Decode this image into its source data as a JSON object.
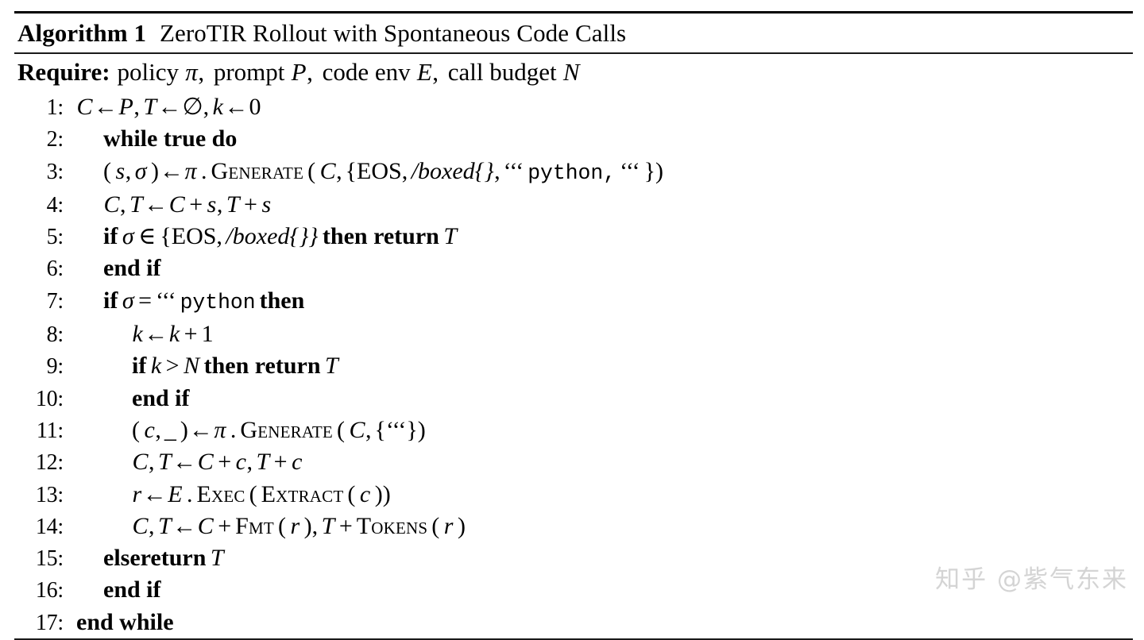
{
  "algorithm": {
    "label": "Algorithm 1",
    "name": "ZeroTIR Rollout with Spontaneous Code Calls",
    "require": {
      "keyword": "Require:",
      "text": "policy π, prompt P, code env E, call budget N"
    },
    "lines": [
      {
        "number": "1:",
        "indent": 0,
        "text": "C ← P,  T ← ∅,  k ← 0",
        "parts": [
          {
            "t": "C",
            "s": "mi"
          },
          {
            "t": "←",
            "s": "opt"
          },
          {
            "t": "P",
            "s": "mi"
          },
          {
            "t": ",",
            "s": "pun"
          },
          {
            "t": "T",
            "s": "mi"
          },
          {
            "t": "←",
            "s": "opt"
          },
          {
            "t": "∅",
            "s": "mup"
          },
          {
            "t": ",",
            "s": "pun"
          },
          {
            "t": "k",
            "s": "mi"
          },
          {
            "t": "←",
            "s": "opt"
          },
          {
            "t": "0",
            "s": "mup"
          }
        ]
      },
      {
        "number": "2:",
        "indent": 1,
        "text": "while true do",
        "parts": [
          {
            "t": "while true do",
            "s": "kw"
          }
        ]
      },
      {
        "number": "3:",
        "indent": 1,
        "text": "(s, σ) ← π.Generate(C, {EOS, /boxed{}, '''python, '''})",
        "parts": [
          {
            "t": "(",
            "s": "mup"
          },
          {
            "t": "s",
            "s": "mi"
          },
          {
            "t": ",",
            "s": "pun"
          },
          {
            "t": "σ",
            "s": "mi"
          },
          {
            "t": ")",
            "s": "mup"
          },
          {
            "t": "←",
            "s": "opt"
          },
          {
            "t": "π",
            "s": "mi"
          },
          {
            "t": ".",
            "s": "mup"
          },
          {
            "t": "Generate",
            "s": "sc"
          },
          {
            "t": "(",
            "s": "mup"
          },
          {
            "t": "C",
            "s": "mi"
          },
          {
            "t": ",",
            "s": "pun"
          },
          {
            "t": "{EOS",
            "s": "mup"
          },
          {
            "t": ",",
            "s": "pun"
          },
          {
            "t": "/boxed{}",
            "s": "mi"
          },
          {
            "t": ",",
            "s": "pun"
          },
          {
            "t": "‘‘‘",
            "s": "mup"
          },
          {
            "t": "python,",
            "s": "tt"
          },
          {
            "t": "‘‘‘",
            "s": "mup"
          },
          {
            "t": "})",
            "s": "mup"
          }
        ]
      },
      {
        "number": "4:",
        "indent": 1,
        "text": "C, T ← C + s,  T + s",
        "parts": [
          {
            "t": "C",
            "s": "mi"
          },
          {
            "t": ",",
            "s": "pun"
          },
          {
            "t": "T",
            "s": "mi"
          },
          {
            "t": "←",
            "s": "opt"
          },
          {
            "t": "C",
            "s": "mi"
          },
          {
            "t": "+",
            "s": "op"
          },
          {
            "t": "s",
            "s": "mi"
          },
          {
            "t": ",",
            "s": "pun"
          },
          {
            "t": "T",
            "s": "mi"
          },
          {
            "t": "+",
            "s": "op"
          },
          {
            "t": "s",
            "s": "mi"
          }
        ]
      },
      {
        "number": "5:",
        "indent": 1,
        "text": "if σ ∈ {EOS, /boxed{}} then return T",
        "parts": [
          {
            "t": "if",
            "s": "kw"
          },
          {
            "t": "σ",
            "s": "mi"
          },
          {
            "t": "∈",
            "s": "op"
          },
          {
            "t": "{EOS",
            "s": "mup"
          },
          {
            "t": ",",
            "s": "pun"
          },
          {
            "t": "/boxed{}}",
            "s": "mi"
          },
          {
            "t": "then return",
            "s": "kw"
          },
          {
            "t": "T",
            "s": "mi"
          }
        ]
      },
      {
        "number": "6:",
        "indent": 1,
        "text": "end if",
        "parts": [
          {
            "t": "end if",
            "s": "kw"
          }
        ]
      },
      {
        "number": "7:",
        "indent": 1,
        "text": "if σ = '''python then",
        "parts": [
          {
            "t": "if",
            "s": "kw"
          },
          {
            "t": "σ",
            "s": "mi"
          },
          {
            "t": "=",
            "s": "op"
          },
          {
            "t": "‘‘‘",
            "s": "mup"
          },
          {
            "t": "python",
            "s": "tt"
          },
          {
            "t": "then",
            "s": "kw"
          }
        ]
      },
      {
        "number": "8:",
        "indent": 2,
        "text": "k ← k + 1",
        "parts": [
          {
            "t": "k",
            "s": "mi"
          },
          {
            "t": "←",
            "s": "opt"
          },
          {
            "t": "k",
            "s": "mi"
          },
          {
            "t": "+",
            "s": "op"
          },
          {
            "t": "1",
            "s": "mup"
          }
        ]
      },
      {
        "number": "9:",
        "indent": 2,
        "text": "if k > N then return T",
        "parts": [
          {
            "t": "if",
            "s": "kw"
          },
          {
            "t": "k",
            "s": "mi"
          },
          {
            "t": ">",
            "s": "op"
          },
          {
            "t": "N",
            "s": "mi"
          },
          {
            "t": "then return",
            "s": "kw"
          },
          {
            "t": "T",
            "s": "mi"
          }
        ]
      },
      {
        "number": "10:",
        "indent": 2,
        "text": "end if",
        "parts": [
          {
            "t": "end if",
            "s": "kw"
          }
        ]
      },
      {
        "number": "11:",
        "indent": 2,
        "text": "(c, _) ← π.Generate(C, {'''})",
        "parts": [
          {
            "t": "(",
            "s": "mup"
          },
          {
            "t": "c",
            "s": "mi"
          },
          {
            "t": ",",
            "s": "pun"
          },
          {
            "t": "_",
            "s": "mup"
          },
          {
            "t": ")",
            "s": "mup"
          },
          {
            "t": "←",
            "s": "opt"
          },
          {
            "t": "π",
            "s": "mi"
          },
          {
            "t": ".",
            "s": "mup"
          },
          {
            "t": "Generate",
            "s": "sc"
          },
          {
            "t": "(",
            "s": "mup"
          },
          {
            "t": "C",
            "s": "mi"
          },
          {
            "t": ",",
            "s": "pun"
          },
          {
            "t": "{‘‘‘})",
            "s": "mup"
          }
        ]
      },
      {
        "number": "12:",
        "indent": 2,
        "text": "C, T ← C + c,  T + c",
        "parts": [
          {
            "t": "C",
            "s": "mi"
          },
          {
            "t": ",",
            "s": "pun"
          },
          {
            "t": "T",
            "s": "mi"
          },
          {
            "t": "←",
            "s": "opt"
          },
          {
            "t": "C",
            "s": "mi"
          },
          {
            "t": "+",
            "s": "op"
          },
          {
            "t": "c",
            "s": "mi"
          },
          {
            "t": ",",
            "s": "pun"
          },
          {
            "t": "T",
            "s": "mi"
          },
          {
            "t": "+",
            "s": "op"
          },
          {
            "t": "c",
            "s": "mi"
          }
        ]
      },
      {
        "number": "13:",
        "indent": 2,
        "text": "r ← E.Exec(Extract(c))",
        "parts": [
          {
            "t": "r",
            "s": "mi"
          },
          {
            "t": "←",
            "s": "opt"
          },
          {
            "t": "E",
            "s": "mi"
          },
          {
            "t": ".",
            "s": "mup"
          },
          {
            "t": "Exec",
            "s": "sc"
          },
          {
            "t": "(",
            "s": "mup"
          },
          {
            "t": "Extract",
            "s": "sc"
          },
          {
            "t": "(",
            "s": "mup"
          },
          {
            "t": "c",
            "s": "mi"
          },
          {
            "t": "))",
            "s": "mup"
          }
        ]
      },
      {
        "number": "14:",
        "indent": 2,
        "text": "C, T ← C + Fmt(r),  T + Tokens(r)",
        "parts": [
          {
            "t": "C",
            "s": "mi"
          },
          {
            "t": ",",
            "s": "pun"
          },
          {
            "t": "T",
            "s": "mi"
          },
          {
            "t": "←",
            "s": "opt"
          },
          {
            "t": "C",
            "s": "mi"
          },
          {
            "t": "+",
            "s": "op"
          },
          {
            "t": "Fmt",
            "s": "sc"
          },
          {
            "t": "(",
            "s": "mup"
          },
          {
            "t": "r",
            "s": "mi"
          },
          {
            "t": ")",
            "s": "mup"
          },
          {
            "t": ",",
            "s": "pun"
          },
          {
            "t": "T",
            "s": "mi"
          },
          {
            "t": "+",
            "s": "op"
          },
          {
            "t": "Tokens",
            "s": "sc"
          },
          {
            "t": "(",
            "s": "mup"
          },
          {
            "t": "r",
            "s": "mi"
          },
          {
            "t": ")",
            "s": "mup"
          }
        ]
      },
      {
        "number": "15:",
        "indent": 1,
        "text": "elsereturn T",
        "parts": [
          {
            "t": "elsereturn",
            "s": "kw"
          },
          {
            "t": "T",
            "s": "mi"
          }
        ]
      },
      {
        "number": "16:",
        "indent": 1,
        "text": "end if",
        "parts": [
          {
            "t": "end if",
            "s": "kw"
          }
        ]
      },
      {
        "number": "17:",
        "indent": 0,
        "text": "end while",
        "parts": [
          {
            "t": "end while",
            "s": "kw"
          }
        ]
      }
    ]
  },
  "watermark": {
    "text": "知乎 @紫气东来",
    "color": "#d4d4d4"
  }
}
